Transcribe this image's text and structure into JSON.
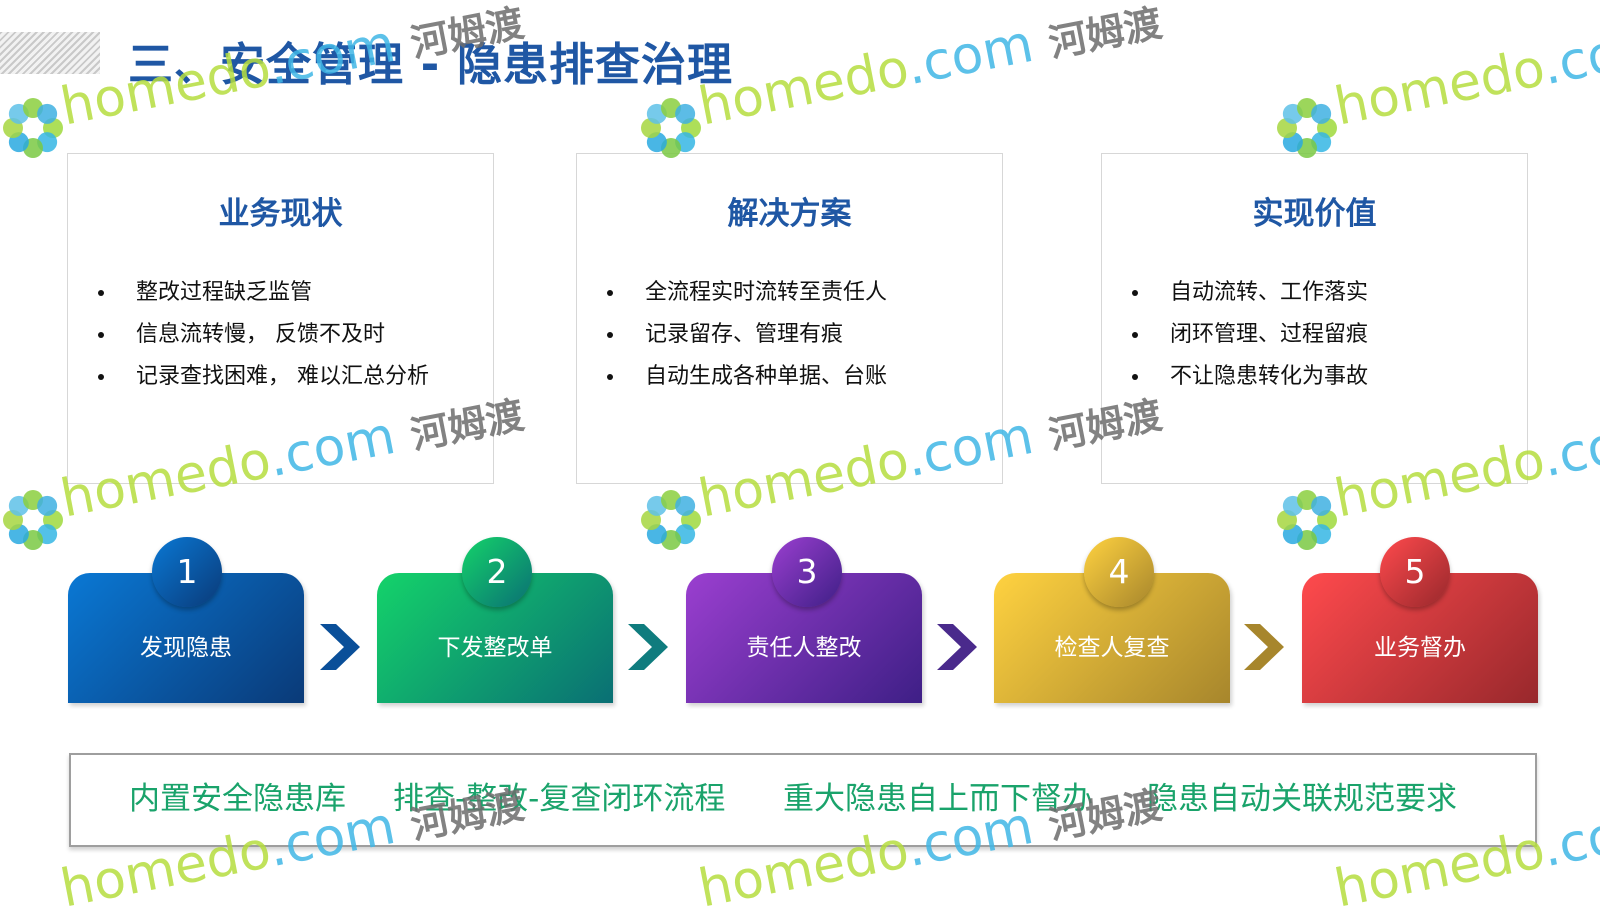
{
  "header": {
    "title": "三、安全管理 - 隐患排查治理"
  },
  "panels": [
    {
      "title": "业务现状",
      "items": [
        "整改过程缺乏监管",
        "信息流转慢， 反馈不及时",
        "记录查找困难， 难以汇总分析"
      ]
    },
    {
      "title": "解决方案",
      "items": [
        "全流程实时流转至责任人",
        "记录留存、管理有痕",
        "自动生成各种单据、台账"
      ]
    },
    {
      "title": "实现价值",
      "items": [
        "自动流转、工作落实",
        "闭环管理、过程留痕",
        "不让隐患转化为事故"
      ]
    }
  ],
  "steps": [
    {
      "number": "1",
      "label": "发现隐患",
      "color_from": "#0a78d4",
      "color_to": "#0a3a78"
    },
    {
      "number": "2",
      "label": "下发整改单",
      "color_from": "#14d36a",
      "color_to": "#0a6f74"
    },
    {
      "number": "3",
      "label": "责任人整改",
      "color_from": "#9b3fd0",
      "color_to": "#3e1f86"
    },
    {
      "number": "4",
      "label": "检查人复查",
      "color_from": "#ffd240",
      "color_to": "#a7862c"
    },
    {
      "number": "5",
      "label": "业务督办",
      "color_from": "#ff4a4d",
      "color_to": "#98282c"
    }
  ],
  "features": [
    "内置安全隐患库",
    "排查-整改-复查闭环流程",
    "重大隐患自上而下督办",
    "隐患自动关联规范要求"
  ],
  "watermark": {
    "brand": "homedo",
    "domain": ".com",
    "cn": "河姆渡"
  },
  "colors": {
    "title_blue": "#1f57a4",
    "feature_green": "#1aa36b",
    "chevrons": [
      "#0a4f99",
      "#0f7c7e",
      "#4a2a8c",
      "#a7862c"
    ]
  }
}
